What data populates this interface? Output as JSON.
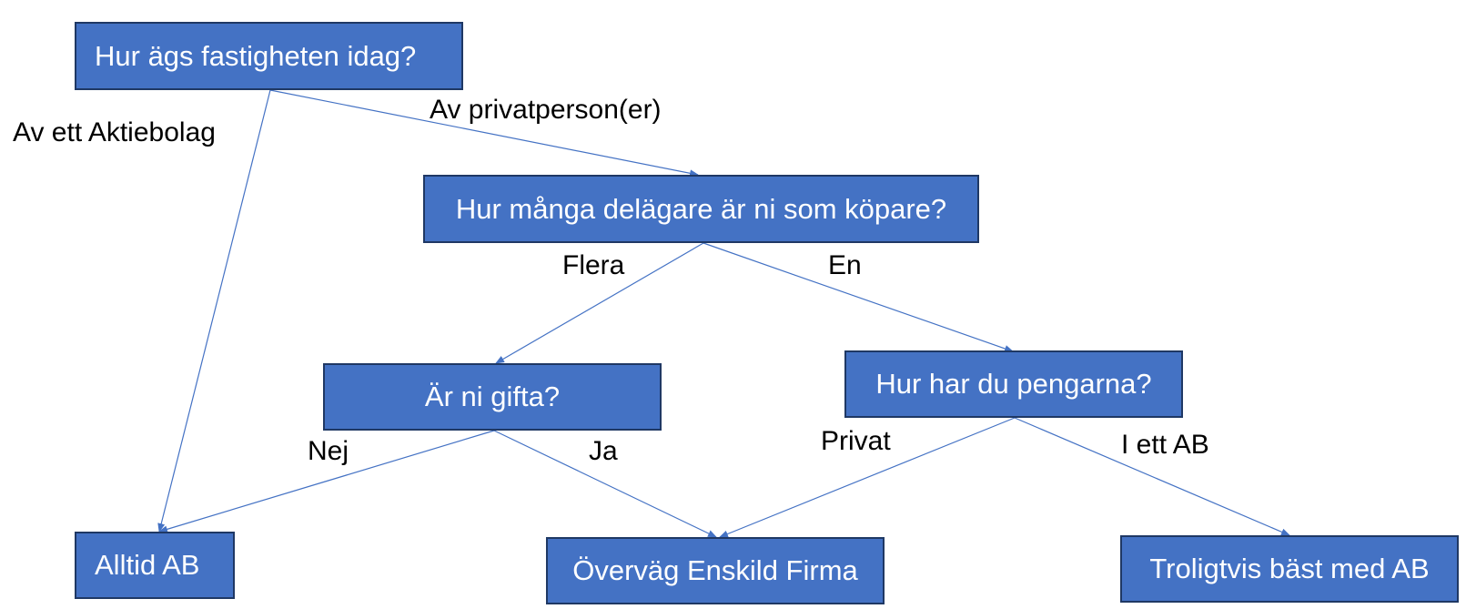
{
  "colors": {
    "node_fill": "#4472c4",
    "node_border": "#1f3864",
    "edge": "#4472c4",
    "label_text": "#000000"
  },
  "nodes": {
    "q_ownership": "Hur ägs fastigheten idag?",
    "q_owners": "Hur många delägare är ni som köpare?",
    "q_married": "Är ni gifta?",
    "q_money": "Hur har du pengarna?",
    "r_always_ab": "Alltid AB",
    "r_sole_trader": "Överväg Enskild Firma",
    "r_probably_ab": "Troligtvis bäst med AB"
  },
  "edge_labels": {
    "by_company": "Av ett Aktiebolag",
    "by_private": "Av privatperson(er)",
    "several": "Flera",
    "one": "En",
    "no": "Nej",
    "yes": "Ja",
    "private": "Privat",
    "in_ab": "I ett AB"
  }
}
